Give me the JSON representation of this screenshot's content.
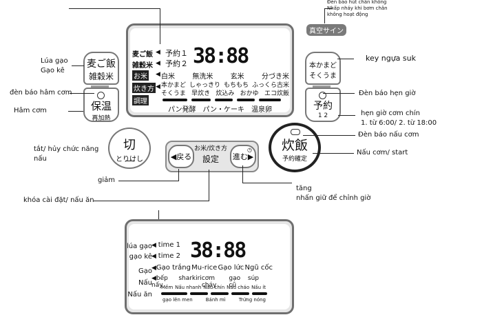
{
  "top_display": {
    "side_labels": [
      "麦ご飯",
      "雑穀米",
      "お米",
      "炊き方",
      "調理"
    ],
    "timer_labels": [
      "予約１",
      "予約２"
    ],
    "time": "38:88",
    "rice_row": [
      "白米",
      "無洗米",
      "玄米",
      "分づき米"
    ],
    "mode_row1": [
      "本かまど",
      "しゃっきり",
      "もちもち",
      "ふっくら古米"
    ],
    "mode_row2": [
      "そくうま",
      "早炊き",
      "炊込み",
      "おかゆ",
      "エコ炊飯"
    ],
    "bottom_row": [
      "パン発酵",
      "パン・ケーキ",
      "温泉卵"
    ]
  },
  "buttons": {
    "menu_line1": "麦ご飯",
    "menu_line2": "雑穀米",
    "keep_warm": "保温",
    "rewarm": "再加熱",
    "honkamado": "本かまど",
    "sokuuma": "そくうま",
    "reserve": "予約",
    "reserve_num": "1 2",
    "off": "切",
    "off_sub": "とりけし",
    "back": "戻る",
    "center_top": "お米/炊き方",
    "center_bottom": "設定",
    "forward": "進む",
    "cook": "炊飯",
    "cook_sub": "予約確定",
    "vacuum": "真空サイン"
  },
  "annotations": {
    "vacuum_note": [
      "Đèn báo hút chân không",
      "Nhấp nháy khi bơm chân",
      "không hoạt động"
    ],
    "rice_label": [
      "Lúa gạo",
      "Gạo kê"
    ],
    "keep_warm_light": "đèn báo hâm cơm",
    "keep_warm": "Hâm cơm",
    "key": "key ngựa suk",
    "timer_light": "Đèn báo hẹn giờ",
    "timer": [
      "hẹn giờ cơm chín",
      "1. từ 6:00/ 2. từ 18:00"
    ],
    "cook_light": "Đèn báo nấu cơm",
    "cook": "Nấu cơm/ start",
    "off": [
      "tắt/ hủy chức năng",
      "nấu"
    ],
    "decrease": "giảm",
    "increase": [
      "tăng",
      "nhấn giữ để chỉnh giờ"
    ],
    "lock": "khóa cài đặt/ nấu ăn"
  },
  "bottom_display": {
    "side_labels": [
      "lúa gạo",
      "gạo kê",
      "Gạo",
      "Nấu",
      "Nấu ăn"
    ],
    "timer_labels": [
      "time 1",
      "time 2"
    ],
    "time": "38:88",
    "rice_row": [
      "Gạo trắng",
      "Mu-rice",
      "Gạo lức",
      "Ngũ cốc"
    ],
    "mode_row1": [
      "bếp nấy",
      "sharkiri",
      "cơm cháy",
      "gạo cũ",
      "súp"
    ],
    "mode_row2": [
      "Mềm",
      "Nấu nhanh",
      "Nấu chín",
      "Nấu cháo",
      "Nấu ít"
    ],
    "bottom_row": [
      "gạo lên men",
      "Bánh mì",
      "Trứng nóng"
    ]
  }
}
